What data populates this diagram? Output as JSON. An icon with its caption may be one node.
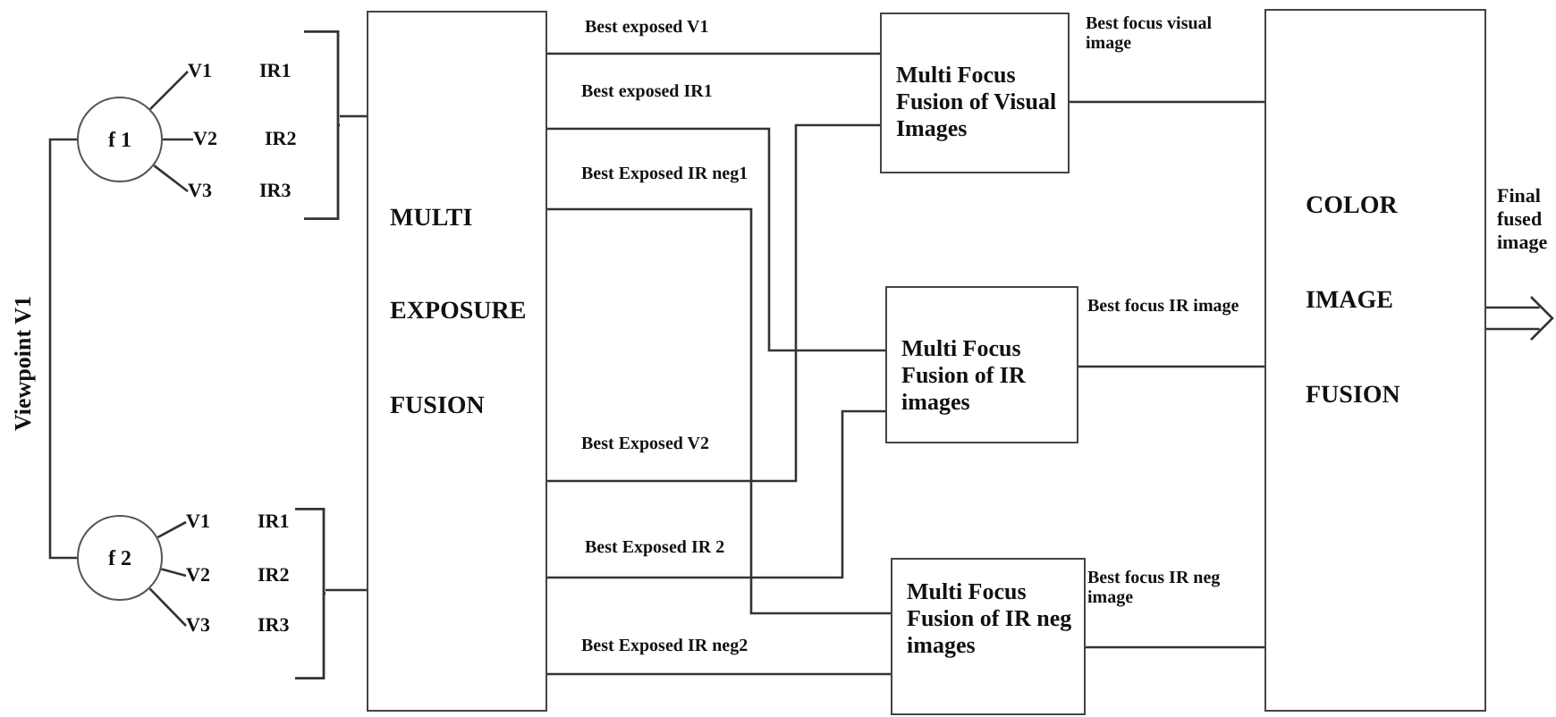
{
  "diagram": {
    "nodes": [
      {
        "text": [
          "f 1"
        ]
      },
      {
        "text": [
          "V1",
          "IR1"
        ]
      },
      {
        "text": [
          "V2",
          "IR2"
        ]
      },
      {
        "text": [
          "V3",
          "IR3"
        ]
      },
      {
        "text": [],
        "shape": "bracket"
      },
      {
        "text": [
          "f 2"
        ]
      },
      {
        "text": [
          "V1",
          "IR1"
        ]
      },
      {
        "text": [
          "V2",
          "IR2"
        ]
      },
      {
        "text": [
          "V3",
          "IR3"
        ]
      },
      {
        "text": [],
        "shape": "bracket"
      },
      {
        "text": [
          "MULTI",
          "EXPOSURE",
          "FUSION"
        ]
      },
      {
        "text": [
          "Multi Focus Fusion of Visual Images"
        ]
      },
      {
        "text": [
          "Multi Focus Fusion of IR images"
        ]
      },
      {
        "text": [
          "Multi Focus Fusion of IR neg images"
        ]
      },
      {
        "text": [
          "COLOR",
          "IMAGE",
          "FUSION"
        ]
      }
    ],
    "edges": [
      {
        "from": 0,
        "to": 5,
        "arrow": "none"
      },
      {
        "from": 0,
        "to": 1,
        "arrow": "none"
      },
      {
        "from": 0,
        "to": 2,
        "arrow": "none"
      },
      {
        "from": 0,
        "to": 3,
        "arrow": "none"
      },
      {
        "from": 5,
        "to": 6,
        "arrow": "none"
      },
      {
        "from": 5,
        "to": 7,
        "arrow": "none"
      },
      {
        "from": 5,
        "to": 8,
        "arrow": "none"
      },
      {
        "from": 4,
        "to": 10,
        "arrow": "none"
      },
      {
        "from": 9,
        "to": 10,
        "arrow": "none"
      },
      {
        "from": 10,
        "to": 11,
        "arrow": "none",
        "label": "Best exposed V1"
      },
      {
        "from": 10,
        "to": 12,
        "arrow": "none",
        "label": "Best exposed IR1"
      },
      {
        "from": 10,
        "to": 13,
        "arrow": "none",
        "label": "Best Exposed IR neg1"
      },
      {
        "from": 10,
        "to": 11,
        "arrow": "none",
        "label": "Best Exposed  V2"
      },
      {
        "from": 10,
        "to": 12,
        "arrow": "none",
        "label": "Best Exposed IR 2"
      },
      {
        "from": 10,
        "to": 13,
        "arrow": "none",
        "label": "Best Exposed IR neg2"
      },
      {
        "from": 11,
        "to": 14,
        "arrow": "none",
        "label": "Best focus visual image"
      },
      {
        "from": 12,
        "to": 14,
        "arrow": "none",
        "label": "Best focus IR image"
      },
      {
        "from": 13,
        "to": 14,
        "arrow": "none",
        "label": "Best focus IR neg image"
      },
      {
        "from": 14,
        "to": null,
        "arrow": "to",
        "label": "Final fused image"
      }
    ],
    "labels": [
      "Viewpoint V1"
    ]
  }
}
